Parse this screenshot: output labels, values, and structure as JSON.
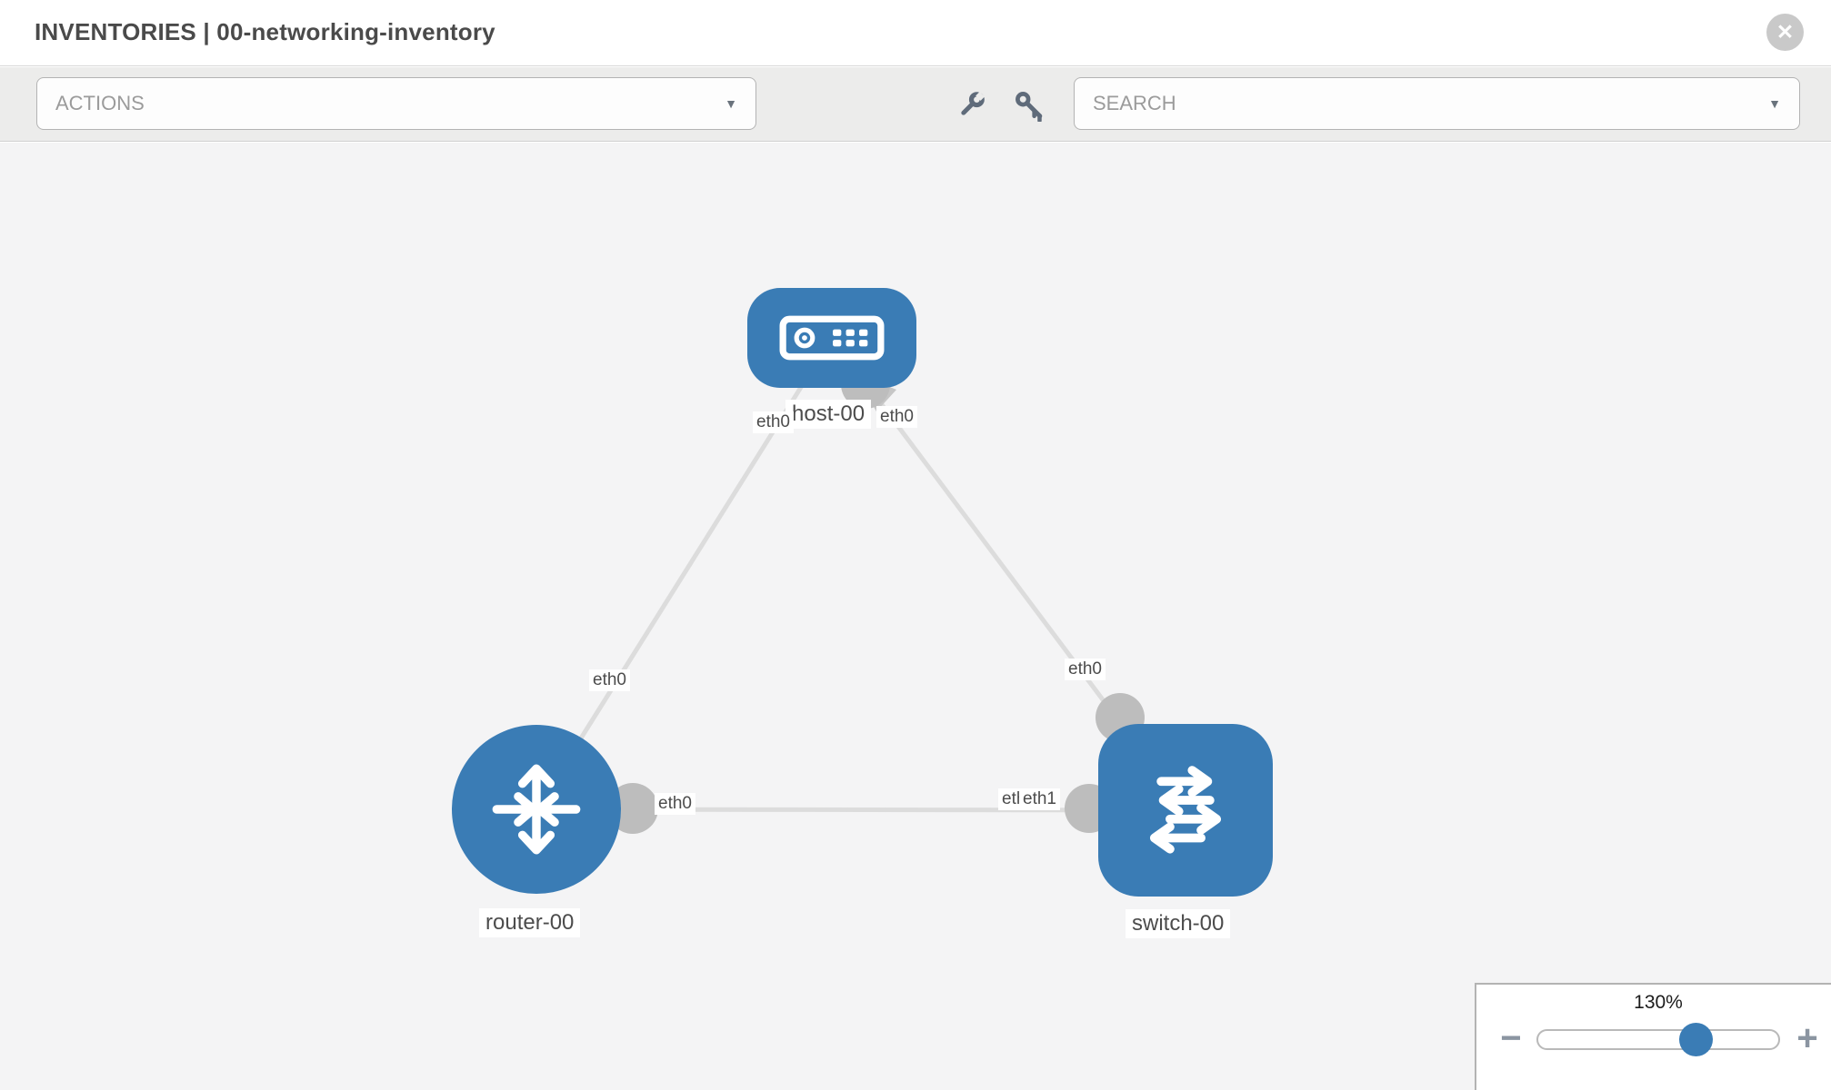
{
  "header": {
    "title": "INVENTORIES | 00-networking-inventory",
    "close_glyph": "✕"
  },
  "toolbar": {
    "actions_dropdown": {
      "label": "ACTIONS",
      "caret_glyph": "▼"
    },
    "search_dropdown": {
      "placeholder": "SEARCH",
      "caret_glyph": "▼"
    },
    "tool_icons": [
      "wrench-icon",
      "key-icon"
    ]
  },
  "topology": {
    "nodes": [
      {
        "label": "host-00",
        "type": "host"
      },
      {
        "label": "router-00",
        "type": "router"
      },
      {
        "label": "switch-00",
        "type": "switch"
      }
    ],
    "links": [
      {
        "from": "host-00",
        "to": "router-00"
      },
      {
        "from": "host-00",
        "to": "switch-00"
      },
      {
        "from": "router-00",
        "to": "switch-00"
      }
    ],
    "interfaces": {
      "host_left": "eth0",
      "host_right": "eth0",
      "link_host_router_mid": "eth0",
      "router_right": "eth0",
      "switch_left_back": "eth0",
      "switch_left_front": "eth1",
      "switch_top": "eth0"
    }
  },
  "zoom_control": {
    "level": "130%",
    "minus_glyph": "−",
    "plus_glyph": "+"
  },
  "colors": {
    "node_blue": "#3a7cb5",
    "link_gray": "#dcdcdc",
    "connector_gray": "#bdbdbd",
    "toolbar_bg": "#ececeb",
    "canvas_bg": "#f4f4f5",
    "icon_slate": "#5f6b7a"
  }
}
